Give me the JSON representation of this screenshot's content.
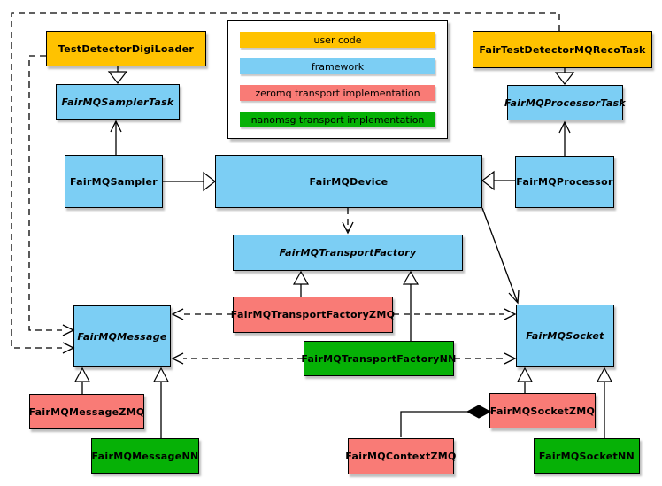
{
  "legend": {
    "items": [
      {
        "label": "user code",
        "color": "#FFC200"
      },
      {
        "label": "framework",
        "color": "#7CCEF4"
      },
      {
        "label": "zeromq transport implementation",
        "color": "#F97B76"
      },
      {
        "label": "nanomsg transport implementation",
        "color": "#06B106"
      }
    ]
  },
  "colors": {
    "user_code": "#FFC200",
    "framework": "#7CCEF4",
    "zeromq": "#F97B76",
    "nanomsg": "#06B106",
    "border": "#000000",
    "background": "#FFFFFF"
  },
  "nodes": [
    {
      "label": "TestDetectorDigiLoader",
      "category": "user code",
      "abstract": false
    },
    {
      "label": "FairTestDetectorMQRecoTask",
      "category": "user code",
      "abstract": false
    },
    {
      "label": "FairMQSamplerTask",
      "category": "framework",
      "abstract": true
    },
    {
      "label": "FairMQProcessorTask",
      "category": "framework",
      "abstract": true
    },
    {
      "label": "FairMQSampler",
      "category": "framework",
      "abstract": false
    },
    {
      "label": "FairMQDevice",
      "category": "framework",
      "abstract": false
    },
    {
      "label": "FairMQProcessor",
      "category": "framework",
      "abstract": false
    },
    {
      "label": "FairMQTransportFactory",
      "category": "framework",
      "abstract": true
    },
    {
      "label": "FairMQTransportFactoryZMQ",
      "category": "zeromq transport implementation",
      "abstract": false
    },
    {
      "label": "FairMQTransportFactoryNN",
      "category": "nanomsg transport implementation",
      "abstract": false
    },
    {
      "label": "FairMQMessage",
      "category": "framework",
      "abstract": true
    },
    {
      "label": "FairMQSocket",
      "category": "framework",
      "abstract": true
    },
    {
      "label": "FairMQMessageZMQ",
      "category": "zeromq transport implementation",
      "abstract": false
    },
    {
      "label": "FairMQMessageNN",
      "category": "nanomsg transport implementation",
      "abstract": false
    },
    {
      "label": "FairMQContextZMQ",
      "category": "zeromq transport implementation",
      "abstract": false
    },
    {
      "label": "FairMQSocketZMQ",
      "category": "zeromq transport implementation",
      "abstract": false
    },
    {
      "label": "FairMQSocketNN",
      "category": "nanomsg transport implementation",
      "abstract": false
    }
  ],
  "edges": [
    {
      "from": "TestDetectorDigiLoader",
      "to": "FairMQSamplerTask",
      "type": "inheritance"
    },
    {
      "from": "FairTestDetectorMQRecoTask",
      "to": "FairMQProcessorTask",
      "type": "inheritance"
    },
    {
      "from": "FairMQSampler",
      "to": "FairMQDevice",
      "type": "inheritance"
    },
    {
      "from": "FairMQProcessor",
      "to": "FairMQDevice",
      "type": "inheritance"
    },
    {
      "from": "FairMQTransportFactoryZMQ",
      "to": "FairMQTransportFactory",
      "type": "inheritance"
    },
    {
      "from": "FairMQTransportFactoryNN",
      "to": "FairMQTransportFactory",
      "type": "inheritance"
    },
    {
      "from": "FairMQMessageZMQ",
      "to": "FairMQMessage",
      "type": "inheritance"
    },
    {
      "from": "FairMQMessageNN",
      "to": "FairMQMessage",
      "type": "inheritance"
    },
    {
      "from": "FairMQSocketZMQ",
      "to": "FairMQSocket",
      "type": "inheritance"
    },
    {
      "from": "FairMQSocketNN",
      "to": "FairMQSocket",
      "type": "inheritance"
    },
    {
      "from": "FairMQSampler",
      "to": "FairMQSamplerTask",
      "type": "association"
    },
    {
      "from": "FairMQProcessor",
      "to": "FairMQProcessorTask",
      "type": "association"
    },
    {
      "from": "FairMQDevice",
      "to": "FairMQSocket",
      "type": "association"
    },
    {
      "from": "FairMQDevice",
      "to": "FairMQTransportFactory",
      "type": "dependency"
    },
    {
      "from": "FairTestDetectorMQRecoTask",
      "to": "FairMQMessage",
      "type": "dependency"
    },
    {
      "from": "TestDetectorDigiLoader",
      "to": "FairMQMessage",
      "type": "dependency"
    },
    {
      "from": "FairMQTransportFactoryZMQ",
      "to": "FairMQMessage",
      "type": "dependency"
    },
    {
      "from": "FairMQTransportFactoryZMQ",
      "to": "FairMQSocket",
      "type": "dependency"
    },
    {
      "from": "FairMQTransportFactoryNN",
      "to": "FairMQMessage",
      "type": "dependency"
    },
    {
      "from": "FairMQTransportFactoryNN",
      "to": "FairMQSocket",
      "type": "dependency"
    },
    {
      "from": "FairMQContextZMQ",
      "to": "FairMQSocketZMQ",
      "type": "composition"
    }
  ]
}
